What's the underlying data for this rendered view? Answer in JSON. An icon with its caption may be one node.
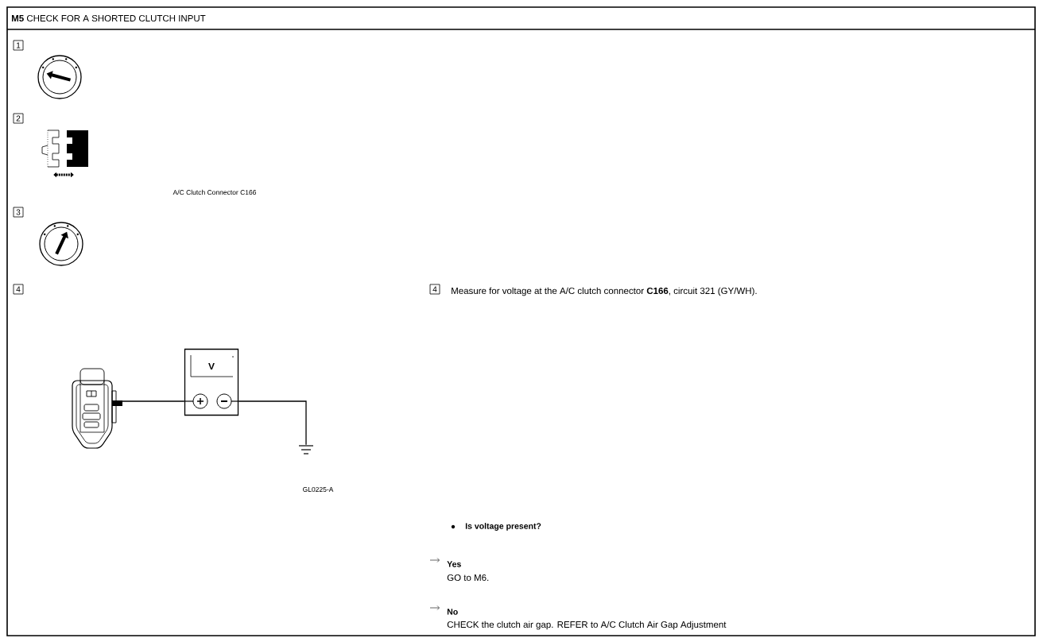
{
  "diagram": {
    "title": "**M5** CHECK FOR A SHORTED CLUTCH INPUT",
    "nodes": [
      {
        "text": [],
        "shape": "picture"
      },
      {
        "text": [
          "V"
        ]
      },
      {
        "text": [],
        "shape": "ground"
      }
    ],
    "edges": [
      {
        "from": 0,
        "to": 1,
        "arrow": "none"
      },
      {
        "from": 1,
        "to": 2,
        "arrow": "none"
      }
    ],
    "labels": [
      "1",
      "2",
      "A/C Clutch Connector C166",
      "3",
      "4",
      "GL0225-A",
      "4",
      "Measure for voltage at the A/C clutch connector **C166**, circuit 321 (GY/WH).",
      "Is voltage present?",
      "Yes",
      "GO to M6.",
      "No",
      "CHECK the clutch air gap. REFER to A/C Clutch Air Gap Adjustment"
    ]
  }
}
